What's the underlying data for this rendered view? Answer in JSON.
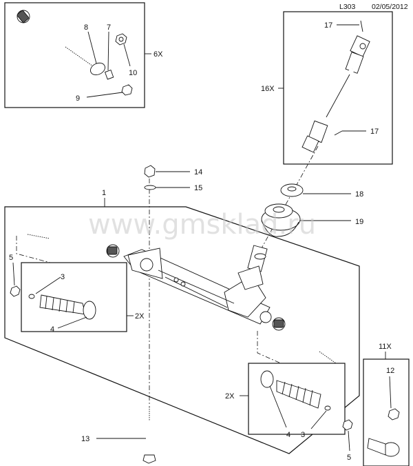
{
  "header": {
    "code": "L303",
    "date": "02/05/2012"
  },
  "watermark": "www.gmsklad.ru",
  "quantities": {
    "tie_rod_kit": "6X",
    "steering_shaft": "16X",
    "boot_left": "2X",
    "boot_right": "2X",
    "tie_rod_end": "11X"
  },
  "callouts": {
    "c1": "1",
    "c3a": "3",
    "c3b": "3",
    "c4a": "4",
    "c4b": "4",
    "c5a": "5",
    "c5b": "5",
    "c7": "7",
    "c8": "8",
    "c9": "9",
    "c10": "10",
    "c12": "12",
    "c13": "13",
    "c14": "14",
    "c15": "15",
    "c17a": "17",
    "c17b": "17",
    "c18": "18",
    "c19": "19"
  }
}
